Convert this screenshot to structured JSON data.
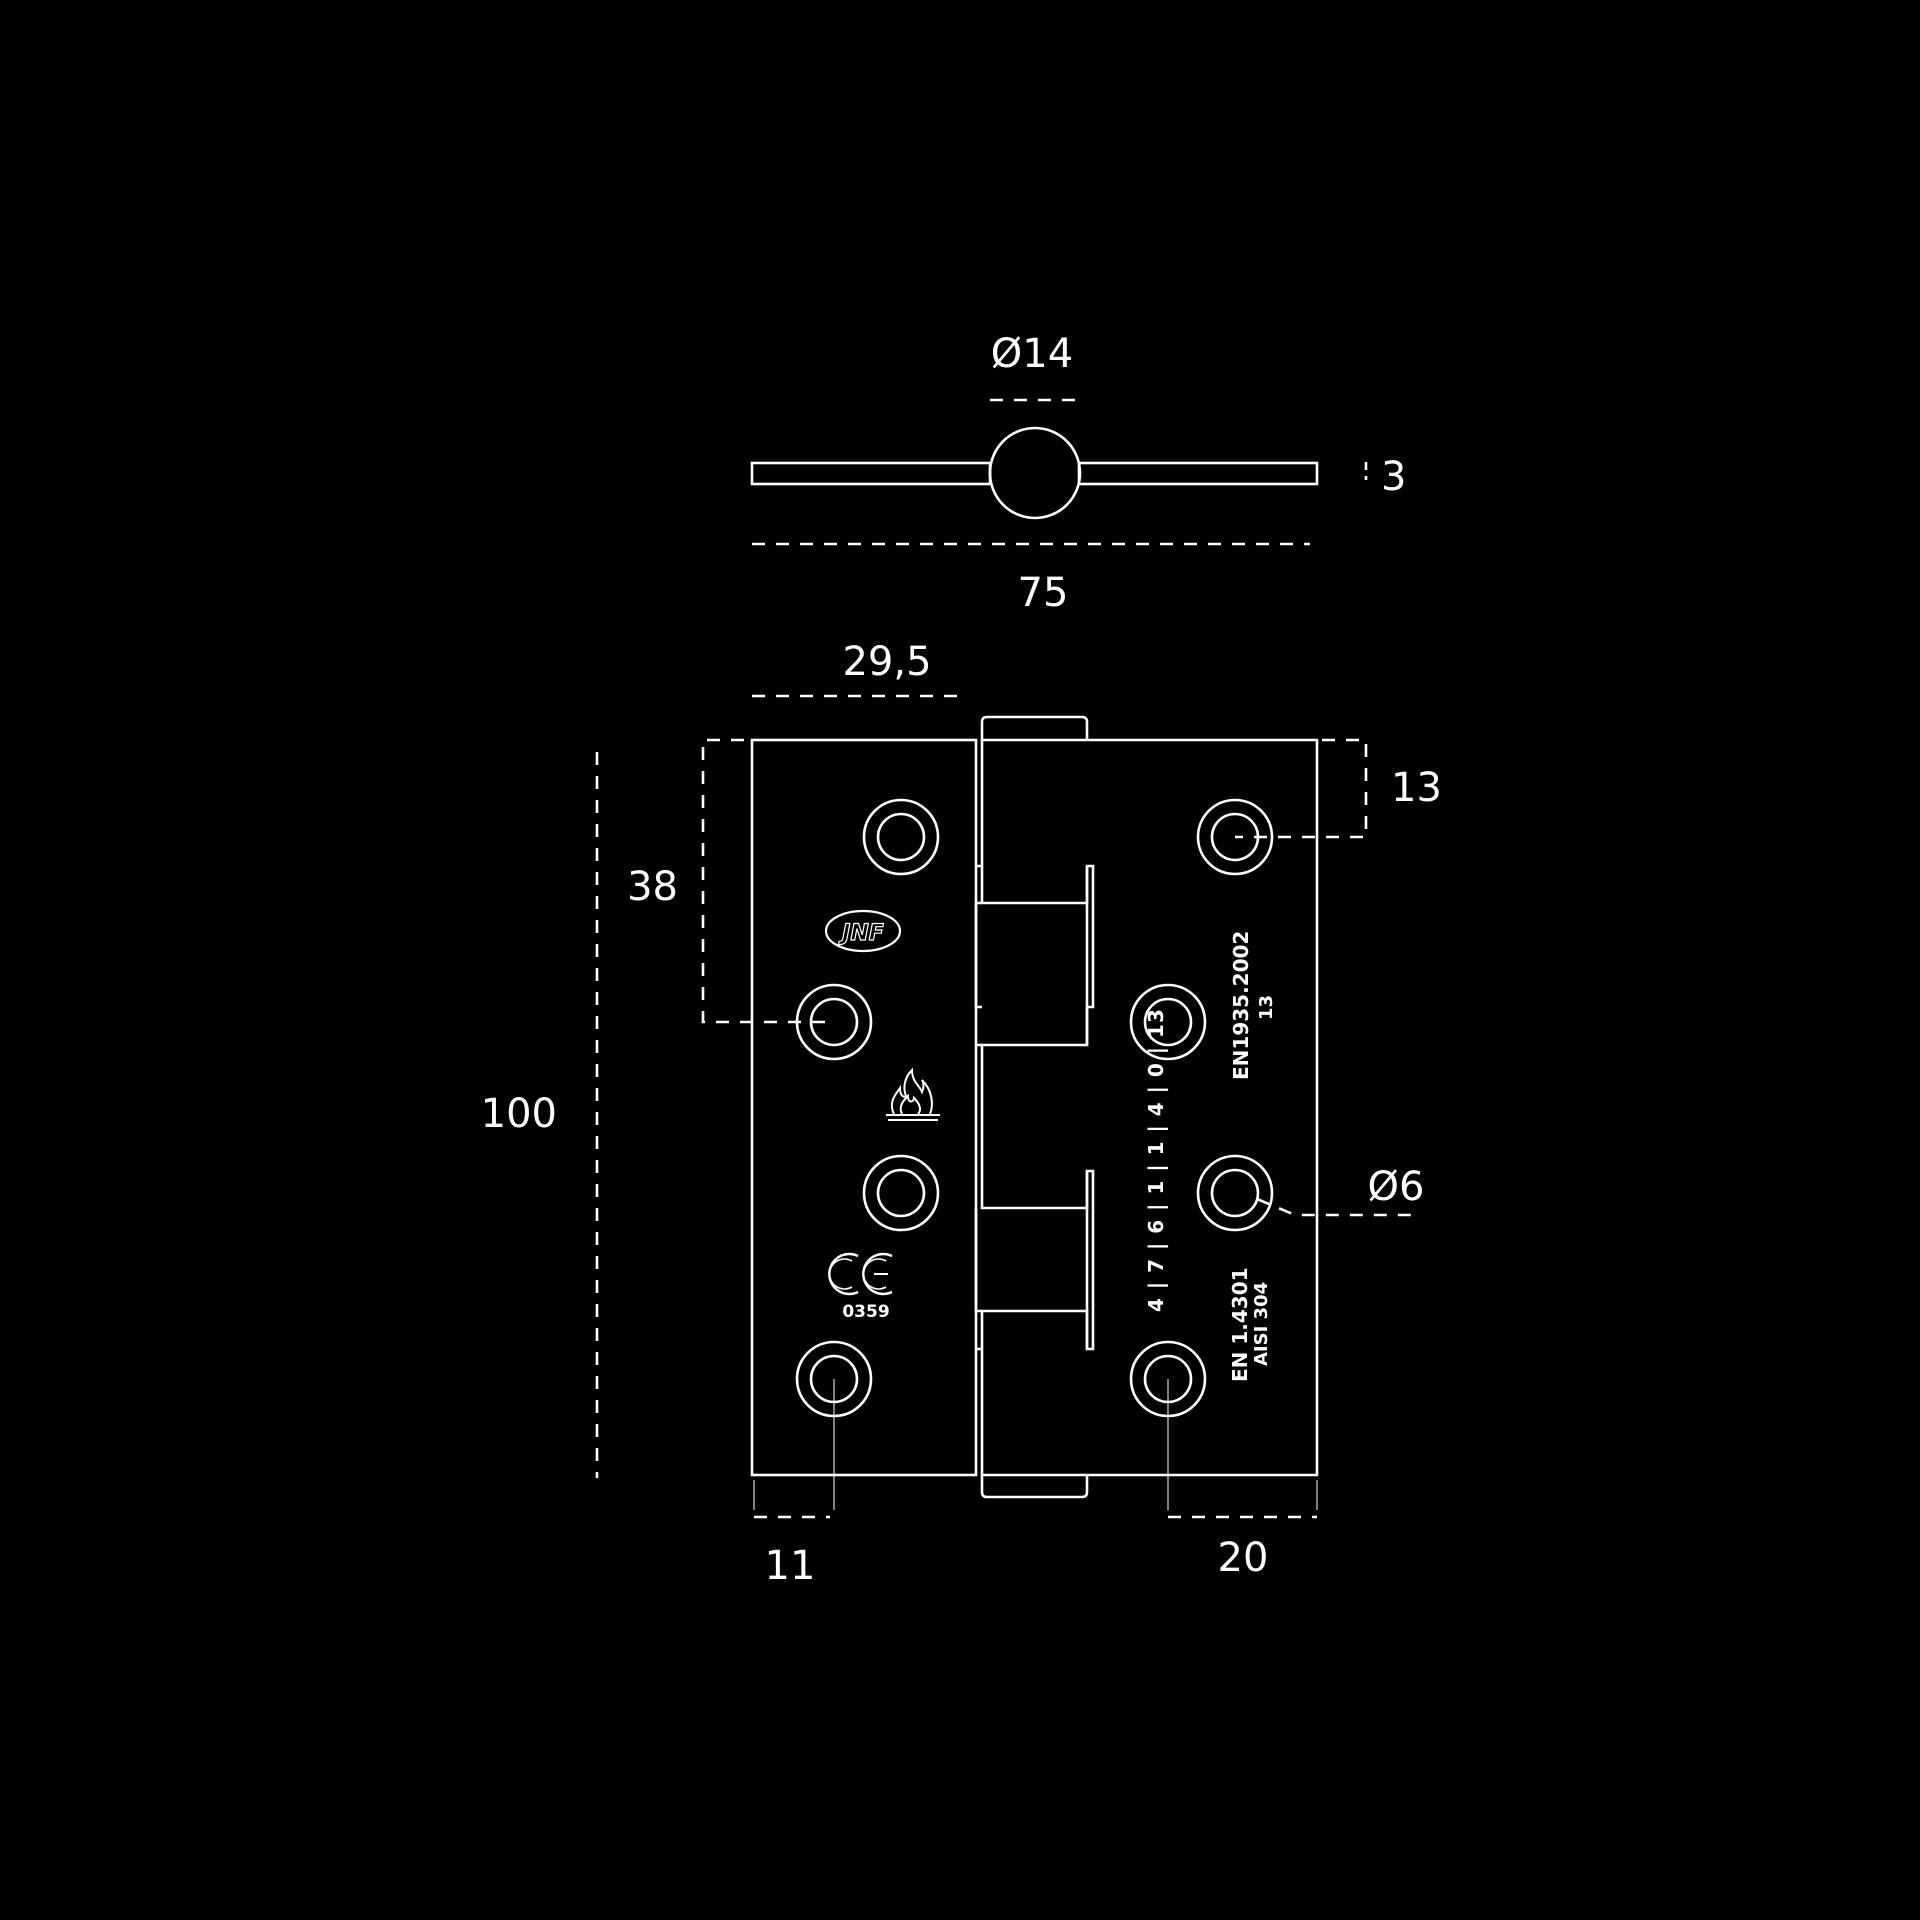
{
  "colors": {
    "background": "#000000",
    "line": "#ffffff"
  },
  "dimensions": {
    "pin_diameter": "Ø14",
    "leaf_thickness": "3",
    "open_width": "75",
    "leaf_width": "29,5",
    "top_offset": "13",
    "hole_spacing": "38",
    "height": "100",
    "hole_diameter": "Ø6",
    "edge_distance_left": "11",
    "edge_distance_right": "20"
  },
  "markings": {
    "brand_logo": "JNF",
    "ce_mark": "CE",
    "ce_number": "0359",
    "standard_line1": "EN1935.2002",
    "standard_line2": "13",
    "classification": "4 | 7 | 6 | 1 | 1 | 4 | 0 | 13",
    "material_line1": "EN 1.4301",
    "material_line2": "AISI 304",
    "fire_icon": "flame-icon"
  }
}
